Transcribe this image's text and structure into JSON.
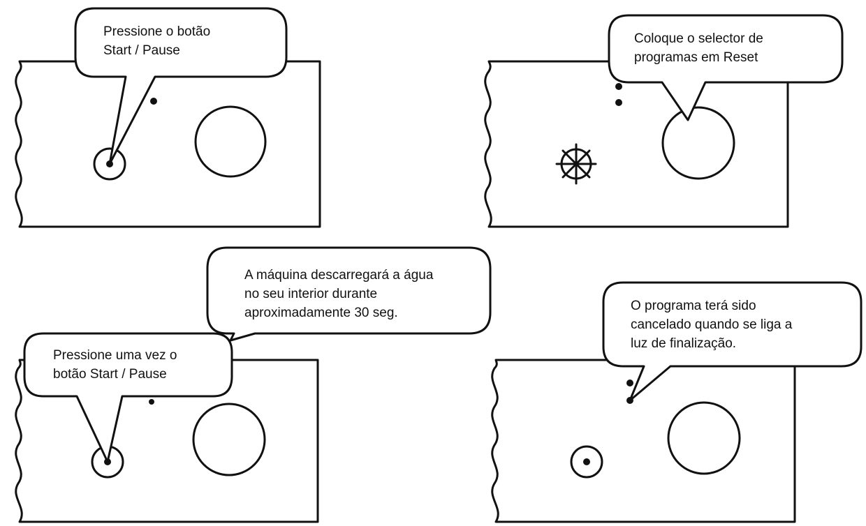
{
  "panels": [
    {
      "id": "panel-1",
      "bubble_lines": [
        "Pressione o botão",
        "Start / Pause"
      ]
    },
    {
      "id": "panel-2",
      "bubble_lines": [
        "Coloque o selector de",
        "programas em Reset"
      ]
    },
    {
      "id": "panel-3",
      "bubble_lines": [
        "Pressione uma vez o",
        "botão Start / Pause"
      ],
      "bubble2_lines": [
        "A máquina descarregará a água",
        "no seu interior durante",
        "aproximadamente 30 seg."
      ]
    },
    {
      "id": "panel-4",
      "bubble_lines": [
        "O programa terá sido",
        "cancelado quando se liga a",
        "luz de finalização."
      ]
    }
  ]
}
